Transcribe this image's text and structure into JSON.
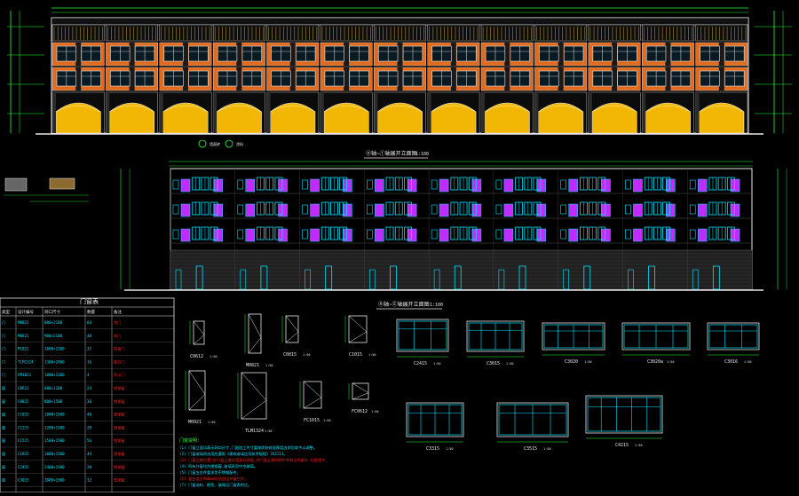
{
  "colors": {
    "background": "#000000",
    "line_white": "#e8e8e8",
    "line_cyan": "#00e5ff",
    "line_green": "#29ff3a",
    "line_yellow": "#ffff00",
    "brick_orange": "#e06a1e",
    "arch_yellow": "#f2b705",
    "magenta": "#c02cff",
    "red": "#ff2020",
    "dim_grey": "#3a3a3a"
  },
  "elevation_top": {
    "title": "⑪轴~①轴展开立面图",
    "scale": "1:100",
    "bays": 13,
    "legend": [
      "墙面砖",
      "涂料"
    ]
  },
  "elevation_bottom": {
    "title": "Ⓐ轴~Ⓔ轴展开立面图",
    "scale": "1:100",
    "bays": 9
  },
  "door_window_table": {
    "title": "门窗表",
    "headers": [
      "类型",
      "设计编号",
      "洞口尺寸",
      "数量",
      "备注"
    ],
    "rows": [
      [
        "门",
        "M0821",
        "800×2100",
        "64",
        "木门"
      ],
      [
        "门",
        "M0921",
        "900×2100",
        "48",
        "木门"
      ],
      [
        "门",
        "M1021",
        "1000×2100",
        "32",
        "防盗门"
      ],
      [
        "门",
        "TLM1324",
        "1300×2400",
        "16",
        "推拉门"
      ],
      [
        "门",
        "FM1021",
        "1000×2100",
        "4",
        "防火门"
      ],
      [
        "窗",
        "C0612",
        "600×1200",
        "24",
        "塑钢窗"
      ],
      [
        "窗",
        "C0815",
        "800×1500",
        "36",
        "塑钢窗"
      ],
      [
        "窗",
        "C1015",
        "1000×1500",
        "40",
        "塑钢窗"
      ],
      [
        "窗",
        "C1215",
        "1200×1500",
        "28",
        "塑钢窗"
      ],
      [
        "窗",
        "C1515",
        "1500×1500",
        "56",
        "塑钢窗"
      ],
      [
        "窗",
        "C1815",
        "1800×1500",
        "44",
        "塑钢窗"
      ],
      [
        "窗",
        "C2415",
        "2400×1500",
        "20",
        "塑钢窗"
      ],
      [
        "窗",
        "C3015",
        "3000×1500",
        "12",
        "塑钢窗"
      ]
    ]
  },
  "details_row1": [
    {
      "code": "C0612",
      "scale": "1:50"
    },
    {
      "code": "M0821",
      "scale": "1:50"
    },
    {
      "code": "C0815",
      "scale": "1:50"
    },
    {
      "code": "C1015",
      "scale": "1:50"
    },
    {
      "code": "C2415",
      "scale": "1:50"
    },
    {
      "code": "C3015",
      "scale": "1:50"
    },
    {
      "code": "C3020",
      "scale": "1:50"
    },
    {
      "code": "C3020a",
      "scale": "1:50"
    },
    {
      "code": "C3016",
      "scale": "1:50"
    }
  ],
  "details_row2": [
    {
      "code": "M0921",
      "scale": "1:50"
    },
    {
      "code": "TLM1324",
      "scale": "1:50"
    },
    {
      "code": "FC1015",
      "scale": "1:50"
    },
    {
      "code": "FC0612",
      "scale": "1:50"
    },
    {
      "code": "C3315",
      "scale": "1:50"
    },
    {
      "code": "C3515",
      "scale": "1:50"
    },
    {
      "code": "C4215",
      "scale": "1:50"
    }
  ],
  "notes": {
    "heading": "门窗说明:",
    "lines": [
      "(1) 门窗立面均表示洞口尺寸,门窗加工尺寸要按照装修面厚度由承包商予以调整。",
      "(2) 门窗玻璃的选用应遵照《建筑玻璃应用技术规程》JGJ113。",
      "(3) 门窗立樘位置:外门窗立樘详墙身节点图,内门窗立樘除图中另有注明者外,均居墙中。",
      "(4) 所有外窗均为塑钢窗,玻璃采用中空玻璃。",
      "(5) 门窗五金件要求为不锈钢配件。",
      "(6) 窗台低于900mm时须加设护窗栏杆。",
      "(7) 门窗选料、颜色、玻璃见门窗表附注。"
    ]
  }
}
